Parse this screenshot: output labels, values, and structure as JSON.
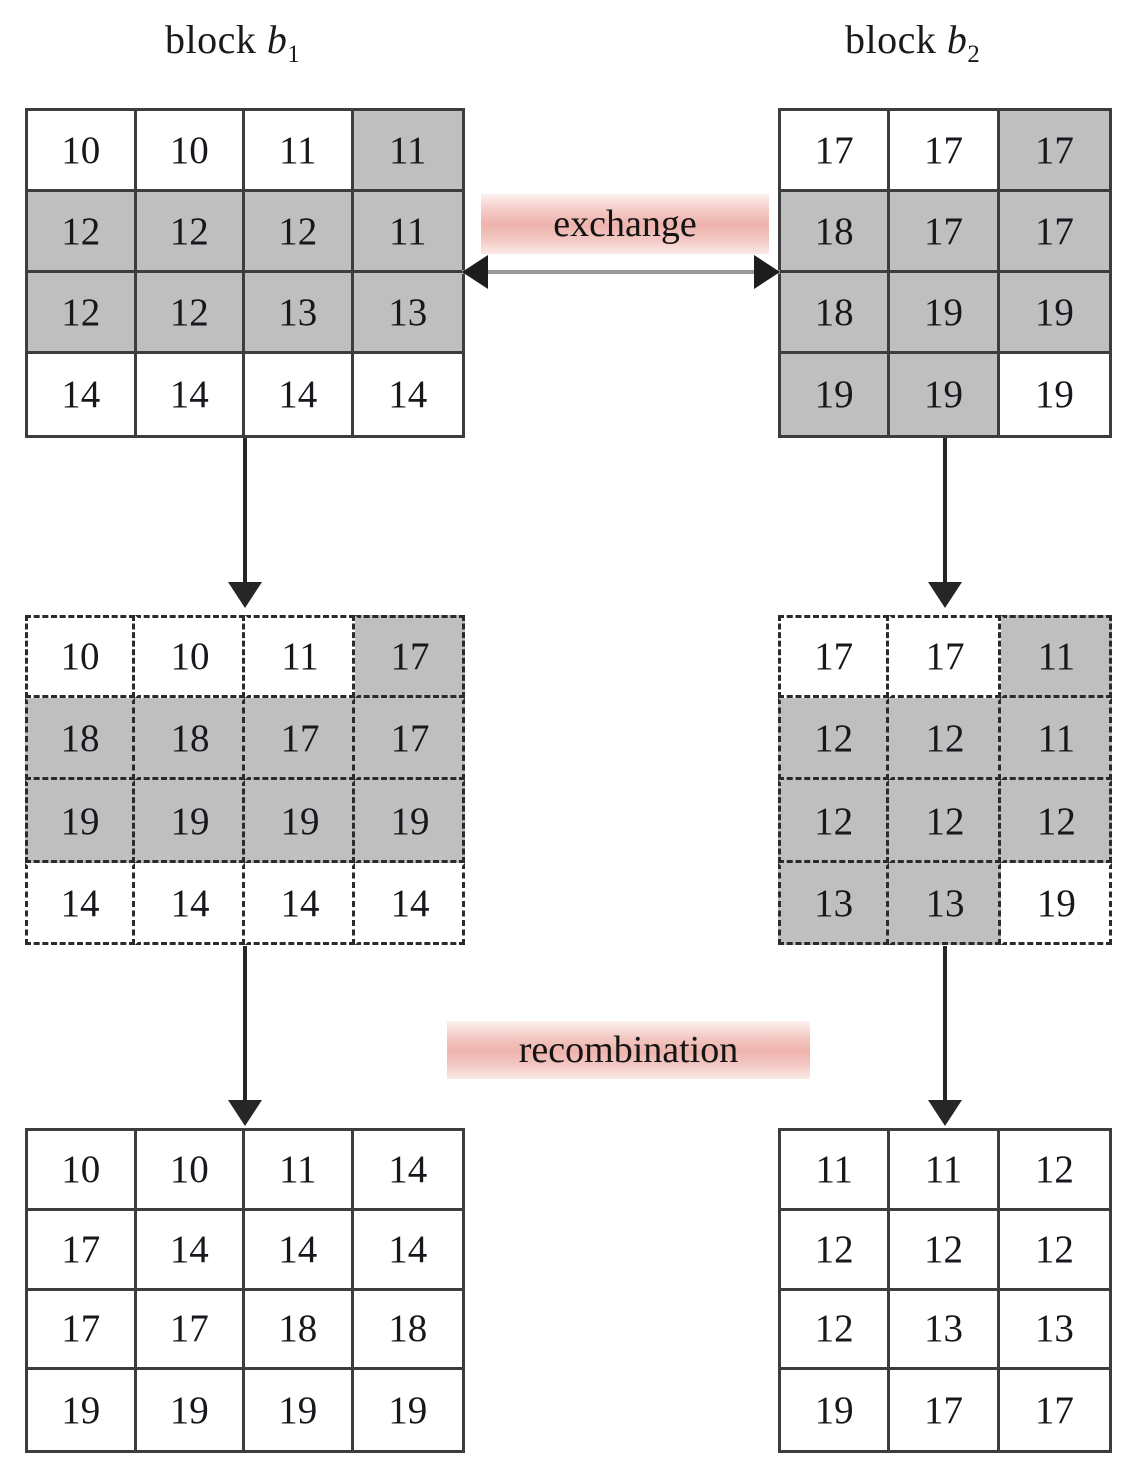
{
  "titles": {
    "left": {
      "prefix": "block ",
      "symbol": "b",
      "index": "1"
    },
    "right": {
      "prefix": "block ",
      "symbol": "b",
      "index": "2"
    }
  },
  "labels": {
    "exchange": "exchange",
    "recombination": "recombination"
  },
  "colors": {
    "shaded_cell": "#bfbfbf",
    "plain_cell": "#ffffff",
    "grid_line": "#3d3d3d",
    "dashed_line": "#2b2b2b",
    "label_pink": "#eeb3ac",
    "arrow": "#262626"
  },
  "grids": {
    "top_left": {
      "rows": 4,
      "cols": 4,
      "border": "solid",
      "values": [
        [
          "10",
          "10",
          "11",
          "11"
        ],
        [
          "12",
          "12",
          "12",
          "11"
        ],
        [
          "12",
          "12",
          "13",
          "13"
        ],
        [
          "14",
          "14",
          "14",
          "14"
        ]
      ],
      "shaded": [
        [
          false,
          false,
          false,
          true
        ],
        [
          true,
          true,
          true,
          true
        ],
        [
          true,
          true,
          true,
          true
        ],
        [
          false,
          false,
          false,
          false
        ]
      ]
    },
    "top_right": {
      "rows": 4,
      "cols": 3,
      "border": "solid",
      "values": [
        [
          "17",
          "17",
          "17"
        ],
        [
          "18",
          "17",
          "17"
        ],
        [
          "18",
          "19",
          "19"
        ],
        [
          "19",
          "19",
          "19"
        ]
      ],
      "shaded": [
        [
          false,
          false,
          true
        ],
        [
          true,
          true,
          true
        ],
        [
          true,
          true,
          true
        ],
        [
          true,
          true,
          false
        ]
      ]
    },
    "mid_left": {
      "rows": 4,
      "cols": 4,
      "border": "dashed",
      "values": [
        [
          "10",
          "10",
          "11",
          "17"
        ],
        [
          "18",
          "18",
          "17",
          "17"
        ],
        [
          "19",
          "19",
          "19",
          "19"
        ],
        [
          "14",
          "14",
          "14",
          "14"
        ]
      ],
      "shaded": [
        [
          false,
          false,
          false,
          true
        ],
        [
          true,
          true,
          true,
          true
        ],
        [
          true,
          true,
          true,
          true
        ],
        [
          false,
          false,
          false,
          false
        ]
      ]
    },
    "mid_right": {
      "rows": 4,
      "cols": 3,
      "border": "dashed",
      "values": [
        [
          "17",
          "17",
          "11"
        ],
        [
          "12",
          "12",
          "11"
        ],
        [
          "12",
          "12",
          "12"
        ],
        [
          "13",
          "13",
          "19"
        ]
      ],
      "shaded": [
        [
          false,
          false,
          true
        ],
        [
          true,
          true,
          true
        ],
        [
          true,
          true,
          true
        ],
        [
          true,
          true,
          false
        ]
      ]
    },
    "bottom_left": {
      "rows": 4,
      "cols": 4,
      "border": "solid",
      "values": [
        [
          "10",
          "10",
          "11",
          "14"
        ],
        [
          "17",
          "14",
          "14",
          "14"
        ],
        [
          "17",
          "17",
          "18",
          "18"
        ],
        [
          "19",
          "19",
          "19",
          "19"
        ]
      ],
      "shaded": [
        [
          false,
          false,
          false,
          false
        ],
        [
          false,
          false,
          false,
          false
        ],
        [
          false,
          false,
          false,
          false
        ],
        [
          false,
          false,
          false,
          false
        ]
      ]
    },
    "bottom_right": {
      "rows": 4,
      "cols": 3,
      "border": "solid",
      "values": [
        [
          "11",
          "11",
          "12"
        ],
        [
          "12",
          "12",
          "12"
        ],
        [
          "12",
          "13",
          "13"
        ],
        [
          "19",
          "17",
          "17"
        ]
      ],
      "shaded": [
        [
          false,
          false,
          false
        ],
        [
          false,
          false,
          false
        ],
        [
          false,
          false,
          false
        ],
        [
          false,
          false,
          false
        ]
      ]
    }
  }
}
